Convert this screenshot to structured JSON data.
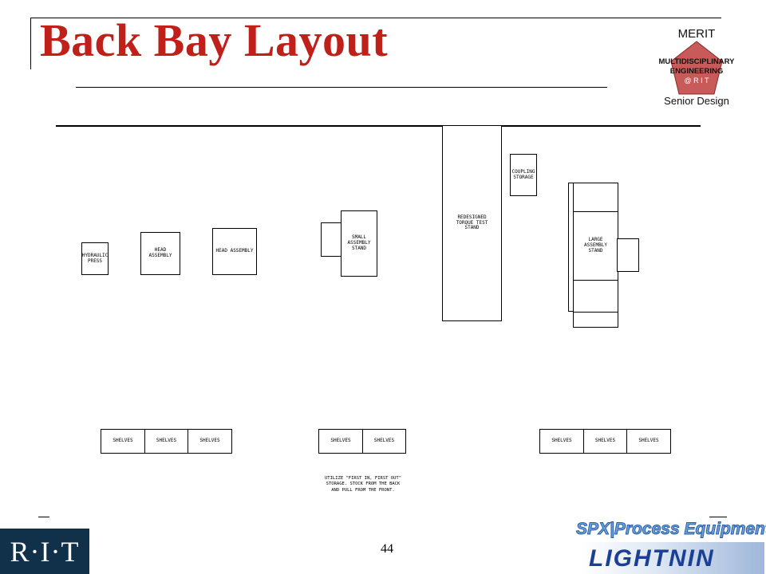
{
  "slide": {
    "title": "Back Bay Layout",
    "page_number": "44"
  },
  "merit_logo": {
    "top": "MERIT",
    "line1": "MULTIDISCIPLINARY",
    "line2": "ENGINEERING",
    "line3": "@ R I T",
    "bottom": "Senior Design",
    "accent": "#c85a5a"
  },
  "layout": {
    "hydraulic_press": "HYDRAULIC\nPRESS",
    "head_assembly_1": "HEAD\nASSEMBLY",
    "head_assembly_2": "HEAD ASSEMBLY",
    "small_stand": "SMALL\nASSEMBLY\nSTAND",
    "torque_stand": "REDESIGNED\nTORQUE TEST\nSTAND",
    "coupling": "COUPLING\nSTORAGE",
    "large_stand": "LARGE\nASSEMBLY\nSTAND",
    "shelves": "SHELVES",
    "note": "UTILIZE \"FIRST IN, FIRST OUT\"\nSTORAGE.  STOCK FROM THE BACK\nAND PULL FROM THE FRONT."
  },
  "logos": {
    "rit": "R·I·T",
    "spx": "SPX|Process Equipment",
    "lightnin": "LIGHTNIN"
  },
  "colors": {
    "title": "#c0201a",
    "rit_bg": "#11304a",
    "lightnin": "#1b3f94"
  }
}
